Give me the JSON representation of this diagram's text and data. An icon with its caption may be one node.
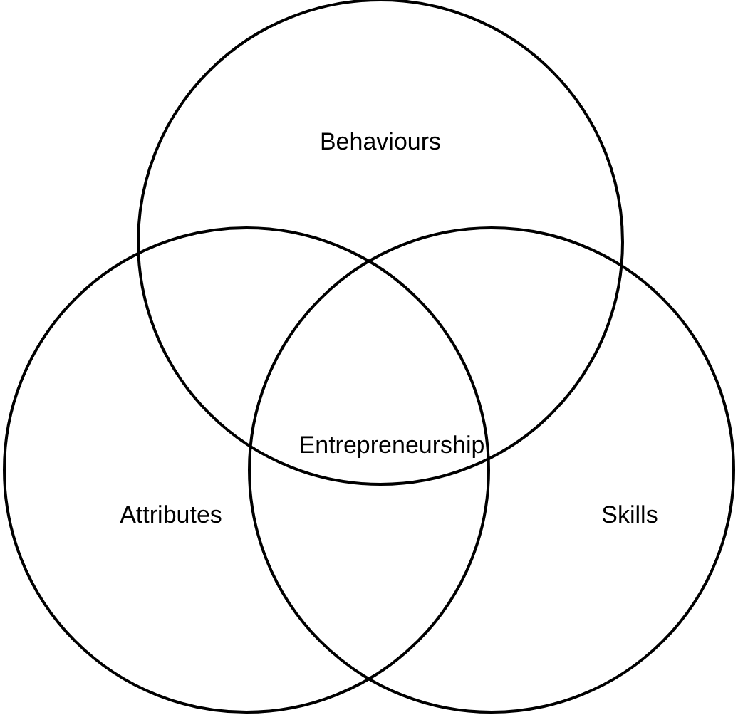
{
  "diagram": {
    "nodes": [
      {
        "text": [
          "Behaviours"
        ]
      },
      {
        "text": [
          "Attributes"
        ]
      },
      {
        "text": [
          "Skills"
        ]
      }
    ],
    "labels": [
      "Entrepreneurship"
    ]
  }
}
